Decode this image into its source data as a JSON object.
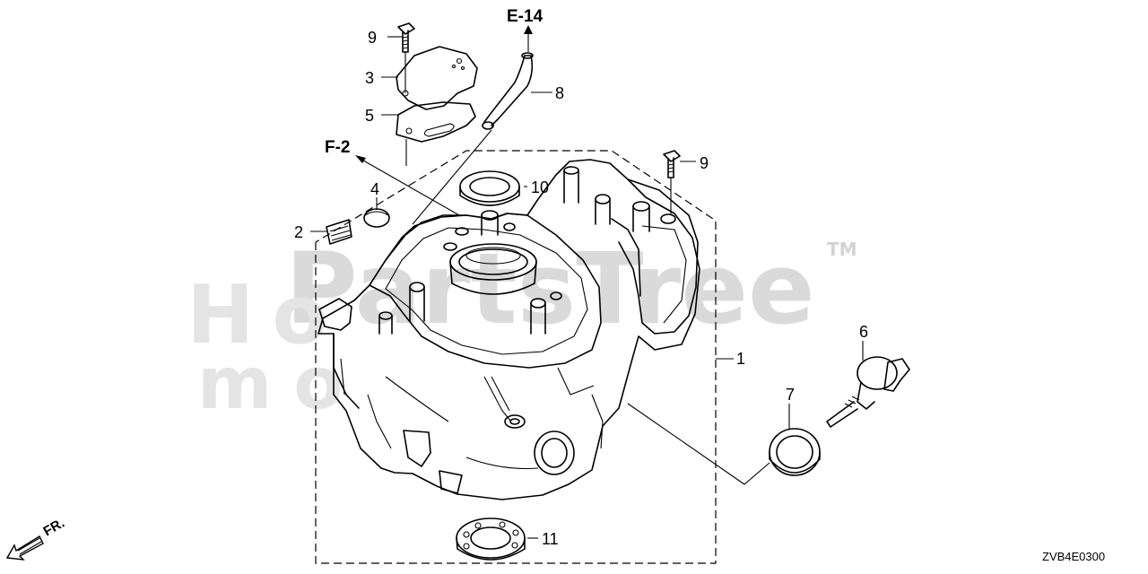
{
  "diagram": {
    "drawing_code": "ZVB4E0300",
    "direction_label": "FR.",
    "section_refs": {
      "e14": "E-14",
      "f2": "F-2"
    },
    "callouts": {
      "c1": "1",
      "c2": "2",
      "c3": "3",
      "c4": "4",
      "c5": "5",
      "c6": "6",
      "c7": "7",
      "c8": "8",
      "c9a": "9",
      "c9b": "9",
      "c10": "10",
      "c11": "11"
    }
  },
  "watermark": {
    "brand": "PartsTree",
    "trademark": "TM",
    "text_line1": "Ho",
    "text_line2": "mo"
  },
  "colors": {
    "line": "#000000",
    "watermark_gray": "#d6d6d6",
    "background": "#ffffff"
  }
}
